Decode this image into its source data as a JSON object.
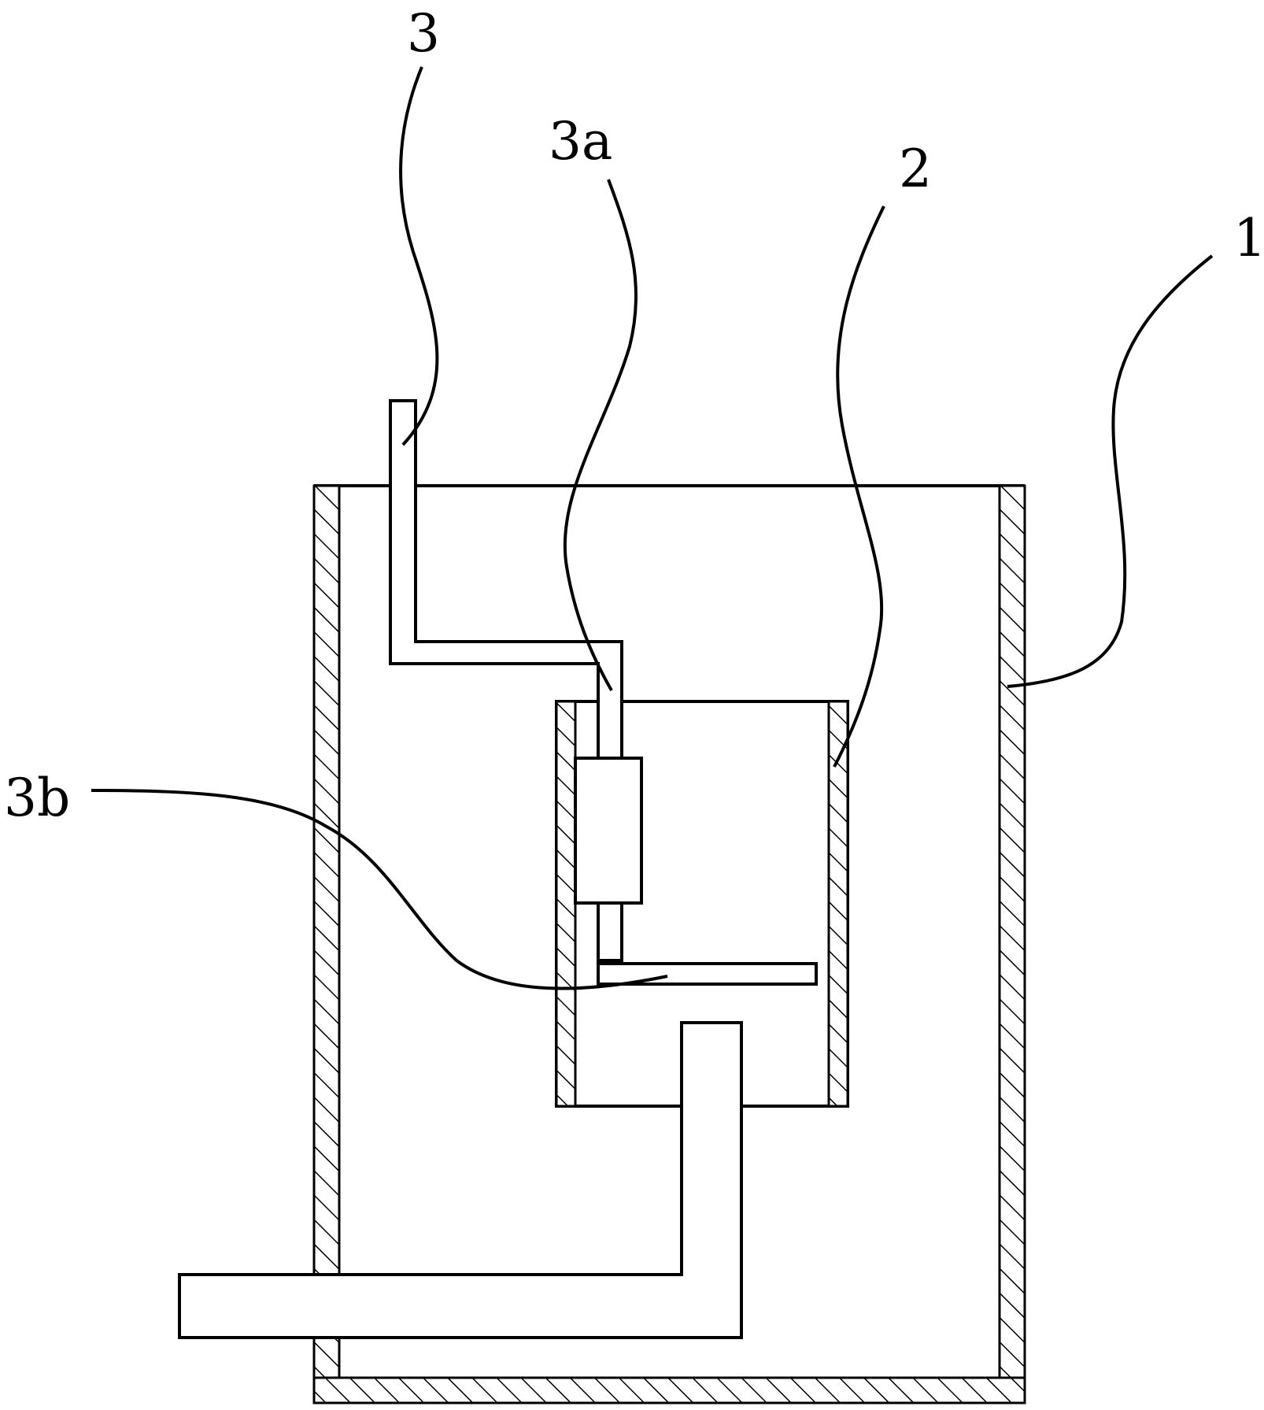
{
  "labels": {
    "outer_container": "1",
    "inner_container": "2",
    "pipe": "3",
    "pipe_segment_a": "3a",
    "pipe_segment_b": "3b"
  }
}
